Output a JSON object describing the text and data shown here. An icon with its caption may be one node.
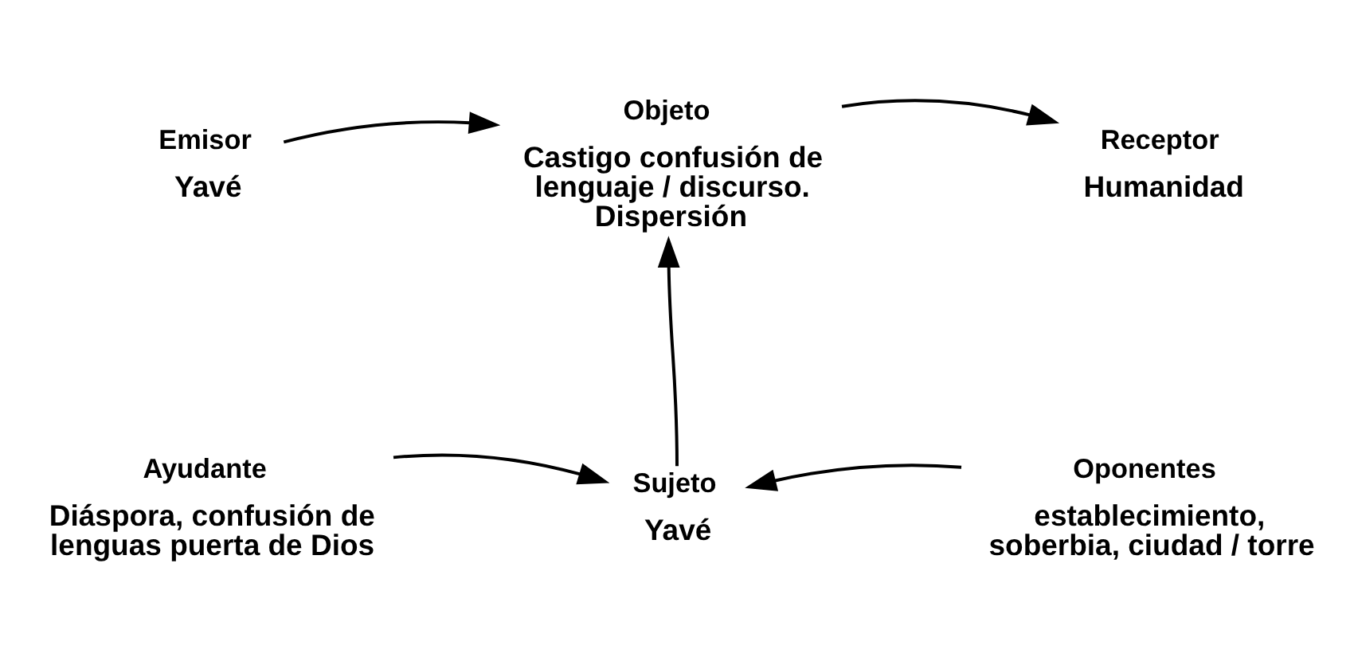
{
  "diagram": {
    "nodes": [
      {
        "text": [
          "Emisor",
          "Yavé"
        ]
      },
      {
        "text": [
          "Objeto",
          "Castigo confusión de lenguaje / discurso. Dispersión"
        ]
      },
      {
        "text": [
          "Receptor",
          "Humanidad"
        ]
      },
      {
        "text": [
          "Ayudante",
          "Diáspora, confusión de lenguas puerta de Dios"
        ]
      },
      {
        "text": [
          "Sujeto",
          "Yavé"
        ]
      },
      {
        "text": [
          "Oponentes",
          "establecimiento, soberbia, ciudad / torre"
        ]
      }
    ],
    "edges": [
      {
        "from": 0,
        "to": 1,
        "arrow": "to"
      },
      {
        "from": 1,
        "to": 2,
        "arrow": "to"
      },
      {
        "from": 4,
        "to": 1,
        "arrow": "to"
      },
      {
        "from": 3,
        "to": 4,
        "arrow": "to"
      },
      {
        "from": 5,
        "to": 4,
        "arrow": "to"
      }
    ]
  }
}
